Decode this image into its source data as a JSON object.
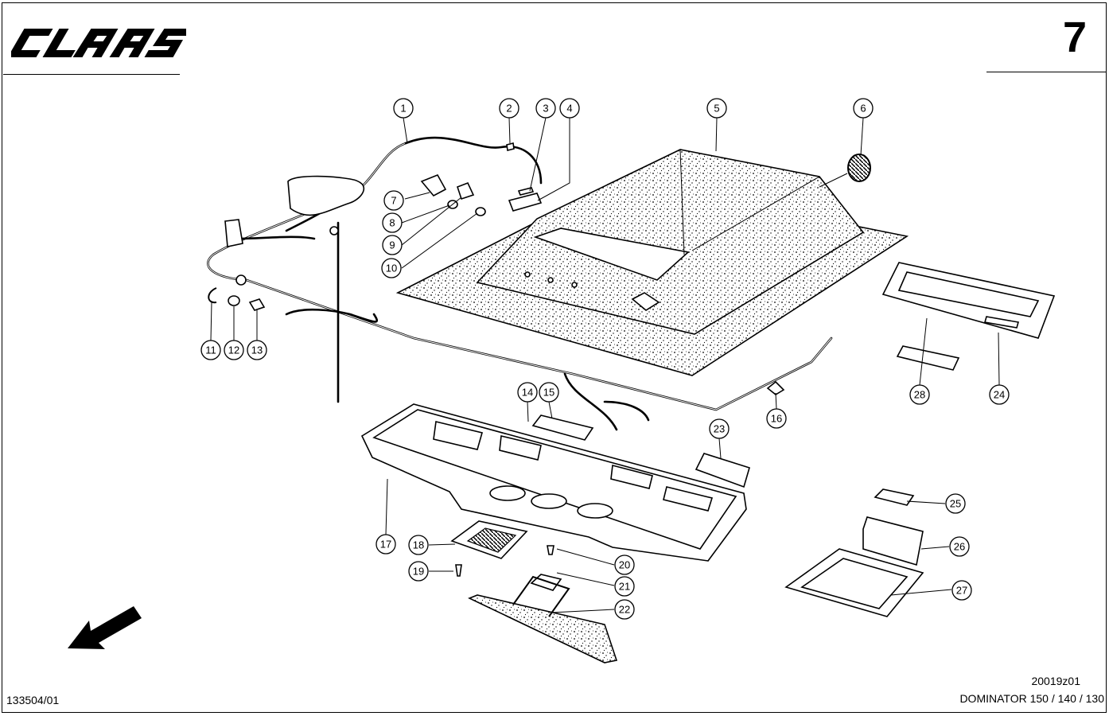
{
  "header": {
    "brand": "CLAAS",
    "page_number": "7"
  },
  "callouts": [
    {
      "id": "1",
      "label": "1"
    },
    {
      "id": "2",
      "label": "2"
    },
    {
      "id": "3",
      "label": "3"
    },
    {
      "id": "4",
      "label": "4"
    },
    {
      "id": "5",
      "label": "5"
    },
    {
      "id": "6",
      "label": "6"
    },
    {
      "id": "7",
      "label": "7"
    },
    {
      "id": "8",
      "label": "8"
    },
    {
      "id": "9",
      "label": "9"
    },
    {
      "id": "10",
      "label": "10"
    },
    {
      "id": "11",
      "label": "11"
    },
    {
      "id": "12",
      "label": "12"
    },
    {
      "id": "13",
      "label": "13"
    },
    {
      "id": "14",
      "label": "14"
    },
    {
      "id": "15",
      "label": "15"
    },
    {
      "id": "16",
      "label": "16"
    },
    {
      "id": "17",
      "label": "17"
    },
    {
      "id": "18",
      "label": "18"
    },
    {
      "id": "19",
      "label": "19"
    },
    {
      "id": "20",
      "label": "20"
    },
    {
      "id": "21",
      "label": "21"
    },
    {
      "id": "22",
      "label": "22"
    },
    {
      "id": "23",
      "label": "23"
    },
    {
      "id": "24",
      "label": "24"
    },
    {
      "id": "25",
      "label": "25"
    },
    {
      "id": "26",
      "label": "26"
    },
    {
      "id": "27",
      "label": "27"
    },
    {
      "id": "28",
      "label": "28"
    }
  ],
  "footer": {
    "left_ref": "133504/01",
    "drawing_ref": "20019z01",
    "model": "DOMINATOR 150 / 140 / 130"
  }
}
